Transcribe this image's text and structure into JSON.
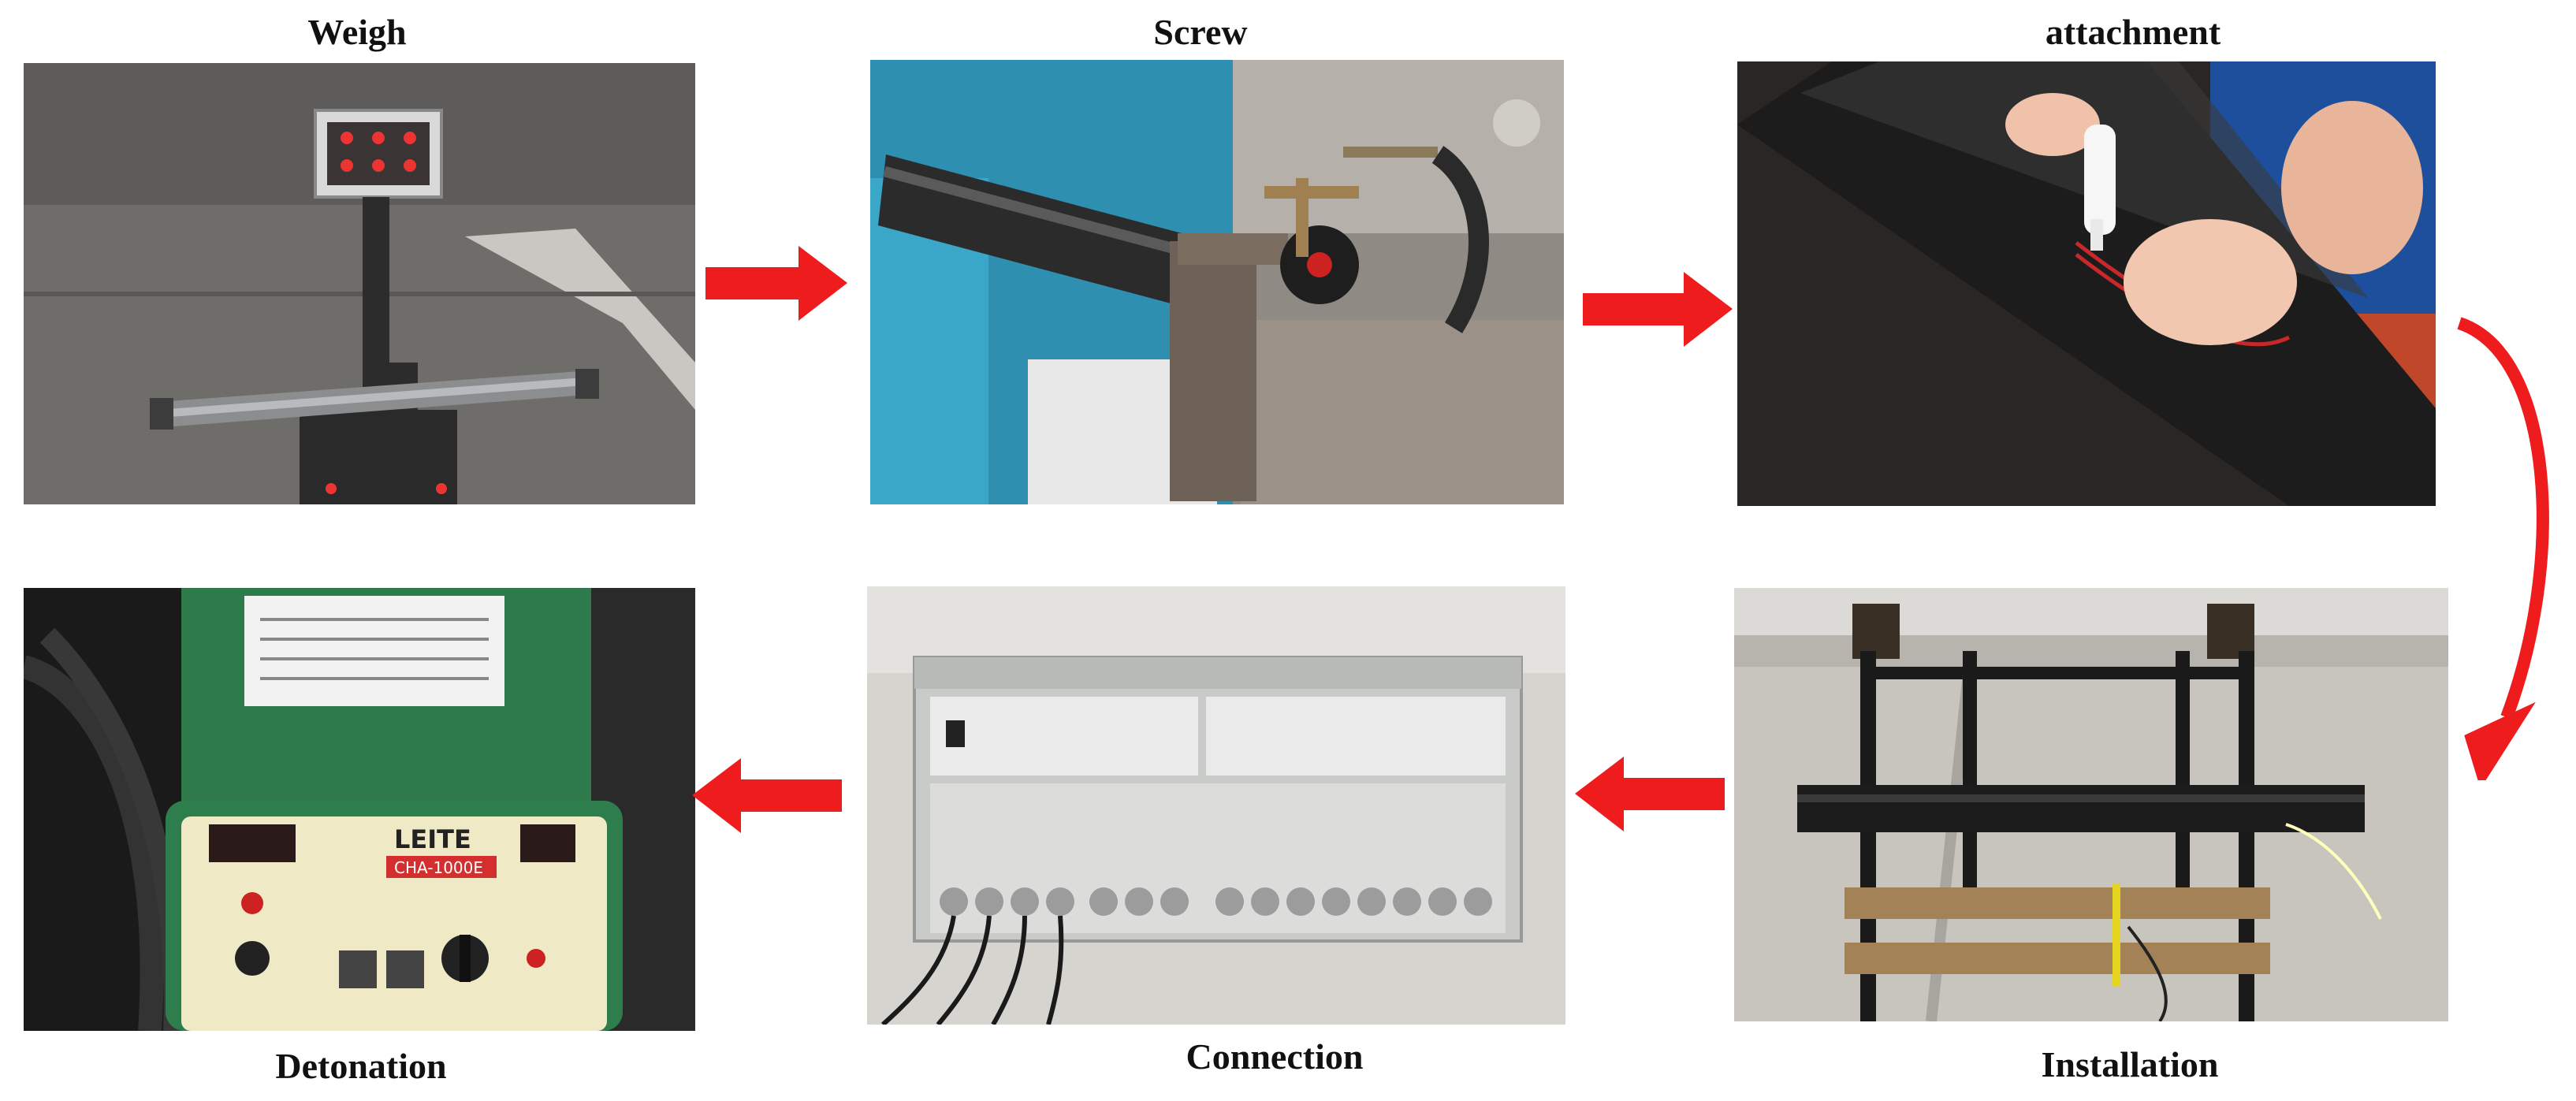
{
  "steps": [
    {
      "id": "weigh",
      "label": "Weigh"
    },
    {
      "id": "screw",
      "label": "Screw"
    },
    {
      "id": "attachment",
      "label": "attachment"
    },
    {
      "id": "installation",
      "label": "Installation"
    },
    {
      "id": "connection",
      "label": "Connection"
    },
    {
      "id": "detonation",
      "label": "Detonation"
    }
  ],
  "device_text": {
    "brand": "LEITE",
    "model": "CHA-1000E"
  },
  "colors": {
    "arrow": "#ee1c1c",
    "label": "#111111"
  }
}
